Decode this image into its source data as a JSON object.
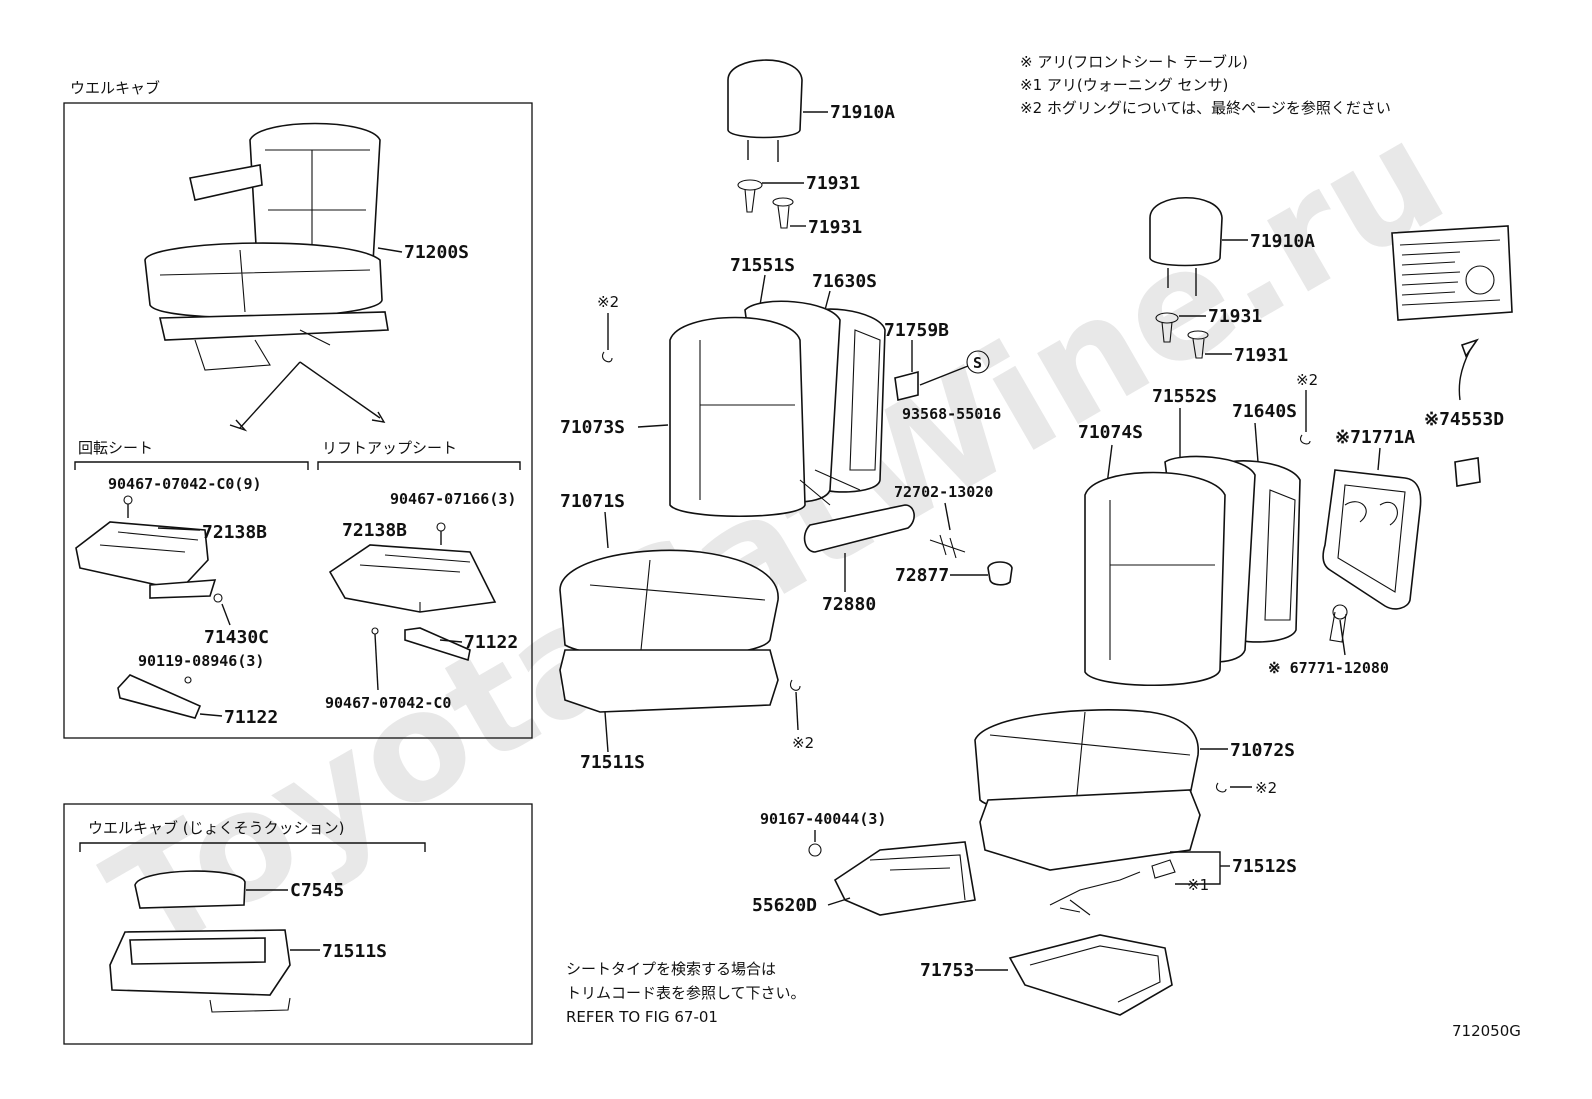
{
  "watermark": "ToyotaCatWine.ru",
  "notes": [
    "※  アリ(フロントシート テーブル)",
    "※1  アリ(ウォーニング センサ)",
    "※2  ホグリングについては、最終ページを参照ください"
  ],
  "box1": {
    "title": "ウエルキャブ",
    "sub_left": "回転シート",
    "sub_right": "リフトアップシート"
  },
  "box2": {
    "title": "ウエルキャブ (じょくそうクッション)"
  },
  "search_note": [
    "シートタイプを検索する場合は",
    "トリムコード表を参照して下さい。",
    "REFER TO FIG 67-01"
  ],
  "figure_id": "712050G",
  "parts": {
    "p71200S": "71200S",
    "p90467_07042_C0_9": "90467-07042-C0(9)",
    "p72138B_a": "72138B",
    "p71430C": "71430C",
    "p90119": "90119-08946(3)",
    "p71122_a": "71122",
    "p90467_07166": "90467-07166(3)",
    "p72138B_b": "72138B",
    "p71122_b": "71122",
    "p90467_07042_C0": "90467-07042-C0",
    "pC7545": "C7545",
    "p71511S_a": "71511S",
    "p71910A_a": "71910A",
    "p71931_a": "71931",
    "p71931_b": "71931",
    "p71551S": "71551S",
    "p71630S": "71630S",
    "p71759B": "71759B",
    "p93568": "93568-55016",
    "p71073S": "71073S",
    "p72702": "72702-13020",
    "p71071S": "71071S",
    "p72877": "72877",
    "p72880": "72880",
    "p71511S_b": "71511S",
    "p90167": "90167-40044(3)",
    "p55620D": "55620D",
    "p71753": "71753",
    "p71910A_b": "71910A",
    "p71931_c": "71931",
    "p71931_d": "71931",
    "p71552S": "71552S",
    "p71640S": "71640S",
    "p71074S": "71074S",
    "p71771A": "※71771A",
    "p74553D": "※74553D",
    "p67771": "※ 67771-12080",
    "p71072S": "71072S",
    "p71512S": "71512S",
    "mark_s": "S",
    "m2_a": "※2",
    "m2_b": "※2",
    "m2_c": "※2",
    "m2_d": "※2",
    "m1_a": "※1"
  }
}
